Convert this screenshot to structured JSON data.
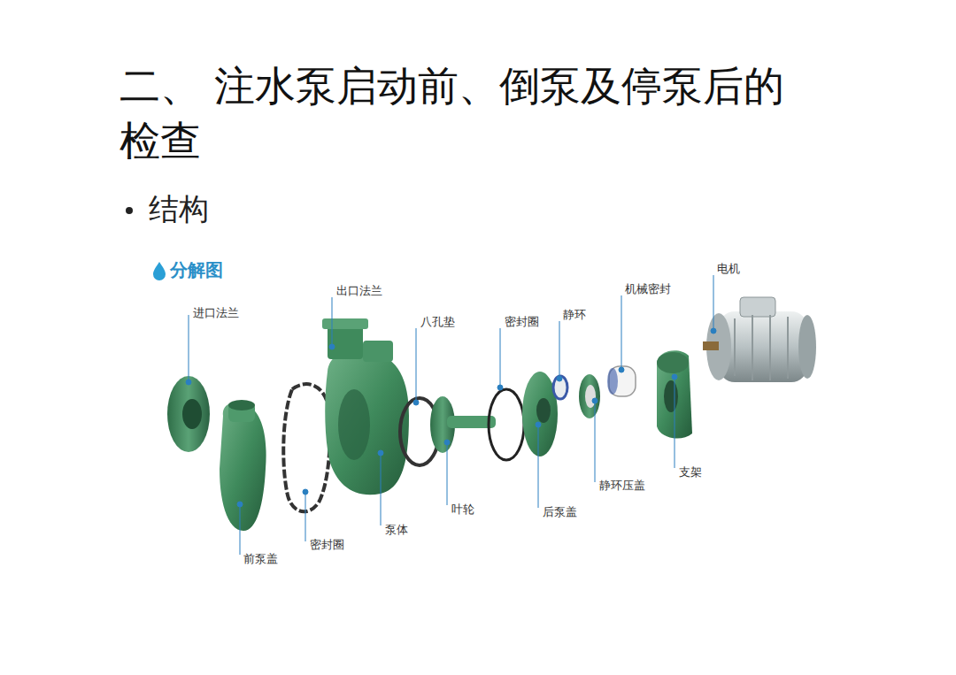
{
  "diagram": {
    "title": "二、 注水泵启动前、倒泵及停泵后的检查",
    "labels": [
      "结构",
      "分解图",
      "进口法兰",
      "前泵盖",
      "出口法兰",
      "密封圈",
      "泵体",
      "八孔垫",
      "叶轮",
      "密封圈",
      "后泵盖",
      "静环",
      "静环压盖",
      "机械密封",
      "支架",
      "电机"
    ]
  }
}
